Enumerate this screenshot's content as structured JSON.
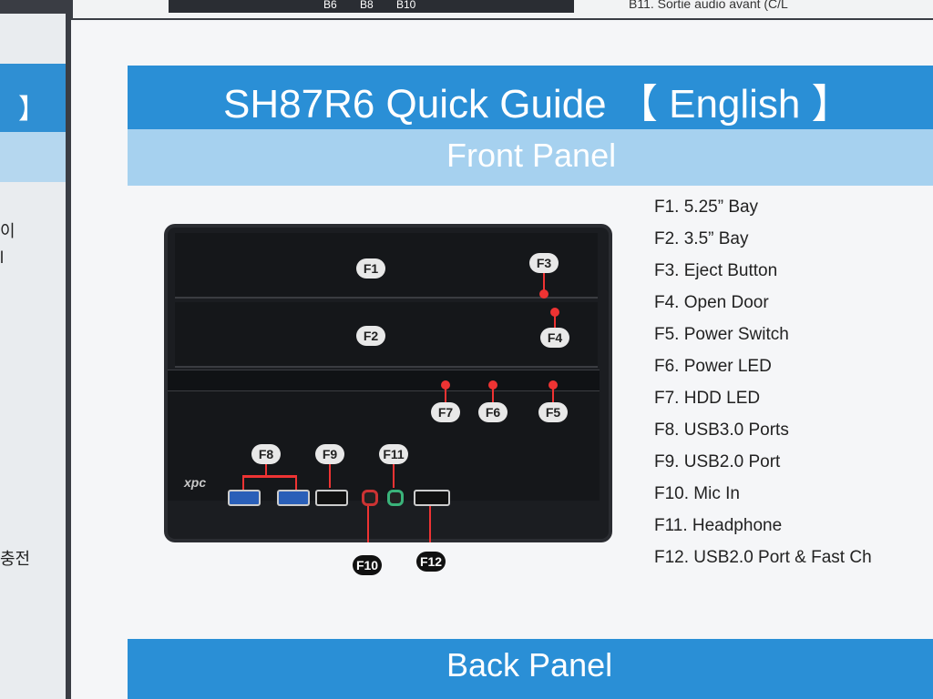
{
  "top_strip": {
    "labels": [
      "B6",
      "B8",
      "B10"
    ],
    "text": "B11. Sortie audio avant (C/L"
  },
  "left_page": {
    "bracket": "】",
    "fragments": [
      "이",
      "l",
      "충전"
    ]
  },
  "document": {
    "title": "SH87R6 Quick Guide 【 English 】",
    "section1": "Front Panel",
    "section2": "Back Panel"
  },
  "front_panel": {
    "callouts": [
      "F1",
      "F2",
      "F3",
      "F4",
      "F5",
      "F6",
      "F7",
      "F8",
      "F9",
      "F10",
      "F11",
      "F12"
    ],
    "logo": "xpc"
  },
  "legend": [
    "F1.  5.25” Bay",
    "F2.  3.5” Bay",
    "F3.  Eject Button",
    "F4.  Open Door",
    "F5.  Power Switch",
    "F6.  Power LED",
    "F7.  HDD LED",
    "F8.  USB3.0 Ports",
    "F9.  USB2.0 Port",
    "F10. Mic In",
    "F11. Headphone",
    "F12. USB2.0 Port & Fast Ch"
  ],
  "colors": {
    "header_blue": "#2a8fd6",
    "sub_blue": "#a6d1ef",
    "callout_red": "#e33333"
  }
}
